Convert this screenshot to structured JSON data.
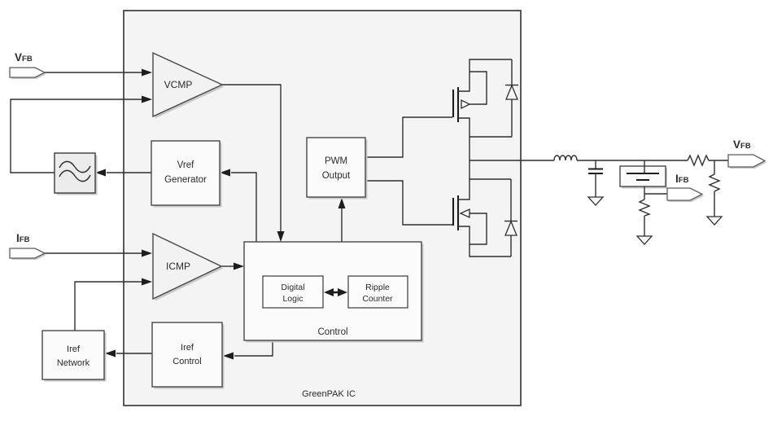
{
  "diagram": {
    "ic_label": "GreenPAK IC",
    "ports": {
      "vfb_in": {
        "main": "V",
        "sub": "FB"
      },
      "ifb_in": {
        "main": "I",
        "sub": "FB"
      },
      "vfb_out": {
        "main": "V",
        "sub": "FB"
      },
      "ifb_out": {
        "main": "I",
        "sub": "FB"
      }
    },
    "blocks": {
      "vcmp": "VCMP",
      "icmp": "ICMP",
      "vref_generator": {
        "line1": "Vref",
        "line2": "Generator"
      },
      "pwm_output": {
        "line1": "PWM",
        "line2": "Output"
      },
      "control": "Control",
      "digital_logic": {
        "line1": "Digital",
        "line2": "Logic"
      },
      "ripple_counter": {
        "line1": "Ripple",
        "line2": "Counter"
      },
      "iref_control": {
        "line1": "Iref",
        "line2": "Control"
      },
      "iref_network": {
        "line1": "Iref",
        "line2": "Network"
      }
    },
    "colors": {
      "ic_fill": "#f4f4f4",
      "ic_stroke": "#3d3d3d",
      "block_fill": "#fbfbfb",
      "filter_fill": "#ececec",
      "comparator_fill": "#f2f2f2",
      "wire": "#2f2f2f",
      "text": "#2b2b2b",
      "shadow": "#c9c9c9"
    }
  }
}
